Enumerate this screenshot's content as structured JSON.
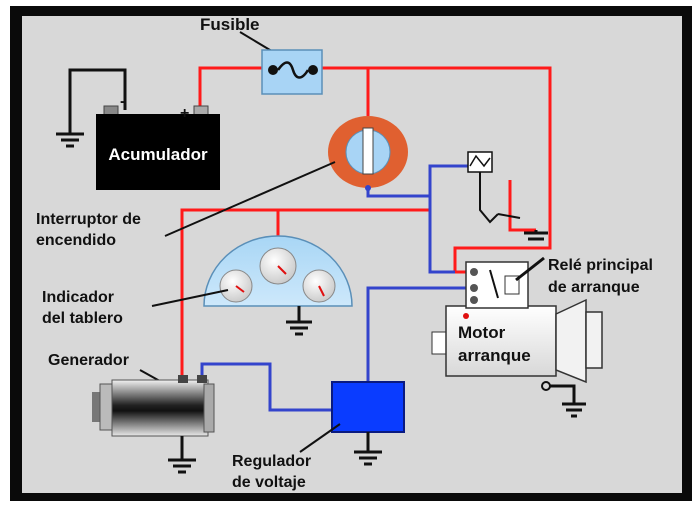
{
  "labels": {
    "fuse": "Fusible",
    "battery": "Acumulador",
    "battery_neg": "-",
    "battery_pos": "+",
    "ignition_line1": "Interruptor de",
    "ignition_line2": "encendido",
    "dash_line1": "Indicador",
    "dash_line2": "del tablero",
    "generator": "Generador",
    "regulator_line1": "Regulador",
    "regulator_line2": "de voltaje",
    "relay_line1": "Relé principal",
    "relay_line2": "de arranque",
    "motor_line1": "Motor",
    "motor_line2": "arranque"
  },
  "colors": {
    "frame": "#0a0a0a",
    "background": "#d8d8d8",
    "wire_positive": "#ff1a1a",
    "wire_signal": "#3344cc",
    "fuse_fill": "#a8d4f5",
    "ignition_ring": "#e06030",
    "regulator_fill": "#0a3cff",
    "battery_fill": "#000000"
  },
  "icons": {
    "ground": "ground-symbol-icon",
    "gauge": "gauge-icon",
    "switch": "switch-icon"
  }
}
